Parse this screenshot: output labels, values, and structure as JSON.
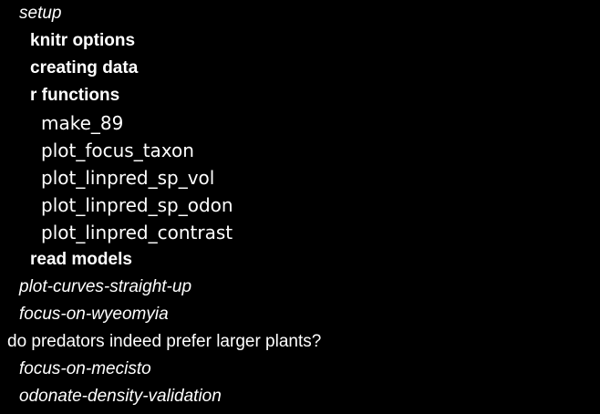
{
  "outline": {
    "setup": "setup",
    "knitr_options": "knitr options",
    "creating_data": "creating data",
    "r_functions": "r functions",
    "fn_make_89": "make_89",
    "fn_plot_focus_taxon": "plot_focus_taxon",
    "fn_plot_linpred_sp_vol": "plot_linpred_sp_vol",
    "fn_plot_linpred_sp_odon": "plot_linpred_sp_odon",
    "fn_plot_linpred_contrast": "plot_linpred_contrast",
    "read_models": "read models",
    "plot_curves_straight_up": "plot-curves-straight-up",
    "focus_on_wyeomyia": "focus-on-wyeomyia",
    "predators_question": "do predators indeed prefer larger plants?",
    "focus_on_mecisto": "focus-on-mecisto",
    "odonate_density_validation": "odonate-density-validation"
  },
  "colors": {
    "background": "#000000",
    "text": "#ffffff"
  }
}
